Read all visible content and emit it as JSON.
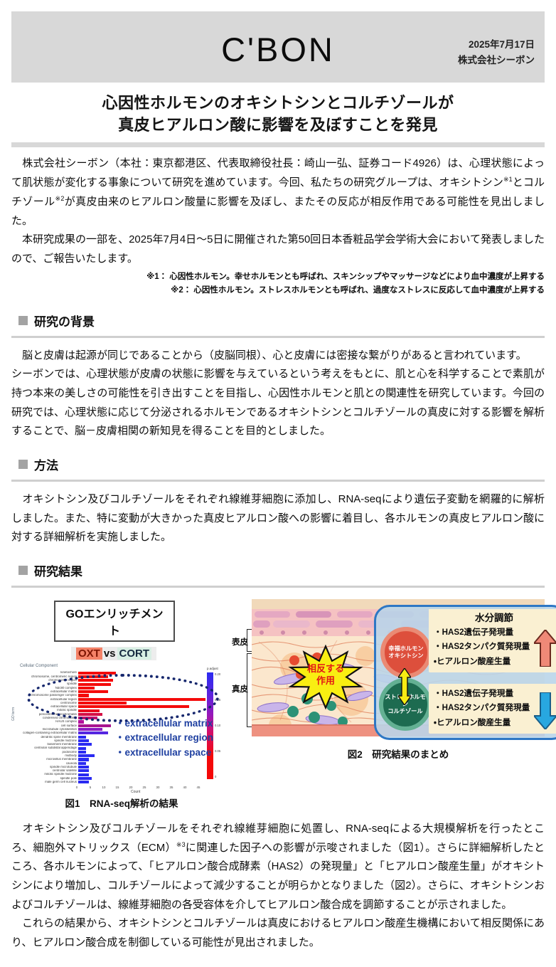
{
  "header": {
    "logo": "C'BON",
    "date": "2025年7月17日",
    "company": "株式会社シーボン"
  },
  "title": {
    "line1": "心因性ホルモンのオキシトシンとコルチゾールが",
    "line2": "真皮ヒアルロン酸に影響を及ぼすことを発見"
  },
  "intro": {
    "p1_part1": "　株式会社シーボン（本社：東京都港区、代表取締役社長：崎山一弘、証券コード4926）は、心理状態によって肌状態が変化する事象について研究を進めています。今回、私たちの研究グループは、オキシトシン",
    "p1_sup1": "※1",
    "p1_part2": "とコルチゾール",
    "p1_sup2": "※2",
    "p1_part3": "が真皮由来のヒアルロン酸量に影響を及ぼし、またその反応が相反作用である可能性を見出しました。",
    "p2": "　本研究成果の一部を、2025年7月4日～5日に開催された第50回日本香粧品学会学術大会において発表しましたので、ご報告いたします。",
    "note1": "※1： 心因性ホルモン。幸せホルモンとも呼ばれ、スキンシップやマッサージなどにより血中濃度が上昇する",
    "note2": "※2： 心因性ホルモン。ストレスホルモンとも呼ばれ、過度なストレスに反応して血中濃度が上昇する"
  },
  "sections": {
    "background": {
      "heading": "研究の背景",
      "body": "　脳と皮膚は起源が同じであることから（皮脳同根）、心と皮膚には密接な繋がりがあると言われています。\nシーボンでは、心理状態が皮膚の状態に影響を与えているという考えをもとに、肌と心を科学することで素肌が持つ本来の美しさの可能性を引き出すことを目指し、心因性ホルモンと肌との関連性を研究しています。今回の研究では、心理状態に応じて分泌されるホルモンであるオキシトシンとコルチゾールの真皮に対する影響を解析することで、脳－皮膚相関の新知見を得ることを目的としました。"
    },
    "method": {
      "heading": "方法",
      "body": "　オキシトシン及びコルチゾールをそれぞれ線維芽細胞に添加し、RNA-seqにより遺伝子変動を網羅的に解析しました。また、特に変動が大きかった真皮ヒアルロン酸への影響に着目し、各ホルモンの真皮ヒアルロン酸に対する詳細解析を実施しました。"
    },
    "results": {
      "heading": "研究結果"
    }
  },
  "figure1": {
    "box_title": "GOエンリッチメント",
    "chip_left": "OXT",
    "chip_mid": "vs",
    "chip_right": "CORT",
    "caption": "図1　RNA-seq解析の結果",
    "highlights": [
      "・extracellular matrix",
      "・extracellular region",
      "・extracellular space"
    ]
  },
  "chart_data": {
    "type": "bar",
    "orientation": "horizontal",
    "title": "Cellular Component",
    "xlabel": "Count",
    "ylabel": "GO term",
    "xlim": [
      0,
      47
    ],
    "x_ticks": [
      "0",
      "5",
      "10",
      "15",
      "20",
      "25",
      "30",
      "35",
      "40",
      "45"
    ],
    "colorbar": {
      "label": "p.adjust",
      "ticks": [
        "0.20",
        "0.15",
        "0.10",
        "0.05",
        "0"
      ],
      "top_color": "#2b2bf0",
      "bottom_color": "#f40808"
    },
    "annotation_ellipse": "dotted navy ellipse highlighting extracellular terms",
    "series": [
      {
        "term": "kinetochore",
        "count": 14,
        "color": "#f40b0b"
      },
      {
        "term": "chromosome, centromeric region",
        "count": 11,
        "color": "#f40b0b"
      },
      {
        "term": "chromosomal region",
        "count": 13,
        "color": "#f40b0b"
      },
      {
        "term": "spindle",
        "count": 12,
        "color": "#f40b0b"
      },
      {
        "term": "Ndc80 complex",
        "count": 6,
        "color": "#f40b0b"
      },
      {
        "term": "extracellular matrix",
        "count": 11,
        "color": "#f40b0b"
      },
      {
        "term": "chromosome passenger complex",
        "count": 4,
        "color": "#f40b0b"
      },
      {
        "term": "extracellular region",
        "count": 47,
        "color": "#f40b0b"
      },
      {
        "term": "centrosome",
        "count": 18,
        "color": "#f40b0b"
      },
      {
        "term": "extracellular space",
        "count": 41,
        "color": "#f40b0b"
      },
      {
        "term": "mitotic spindle",
        "count": 8,
        "color": "#e80d20"
      },
      {
        "term": "pericentric heterochromatin",
        "count": 9,
        "color": "#d50f45"
      },
      {
        "term": "condensed chromosome",
        "count": 7,
        "color": "#c21270"
      },
      {
        "term": "HAUS complex",
        "count": 2,
        "color": "#b3109b"
      },
      {
        "term": "cell surface",
        "count": 12,
        "color": "#a8148f"
      },
      {
        "term": "microtubule cytoskeleton",
        "count": 9,
        "color": "#8c1bc2"
      },
      {
        "term": "collagen-containing extracellular matrix",
        "count": 11,
        "color": "#5526e0"
      },
      {
        "term": "dendritic spine membrane",
        "count": 3,
        "color": "#2a2af2"
      },
      {
        "term": "spindle midzone",
        "count": 4,
        "color": "#2a2af2"
      },
      {
        "term": "basement membrane",
        "count": 5,
        "color": "#2a2af2"
      },
      {
        "term": "centriolar subdistal appendage",
        "count": 3,
        "color": "#2a2af2"
      },
      {
        "term": "podosome",
        "count": 3,
        "color": "#2a2af2"
      },
      {
        "term": "midbody",
        "count": 6,
        "color": "#2a2af2"
      },
      {
        "term": "microvillus membrane",
        "count": 4,
        "color": "#2a2af2"
      },
      {
        "term": "caveola",
        "count": 3,
        "color": "#2a2af2"
      },
      {
        "term": "spindle microtubule",
        "count": 4,
        "color": "#2a2af2"
      },
      {
        "term": "centriolar satellite",
        "count": 4,
        "color": "#2a2af2"
      },
      {
        "term": "mitotic spindle midzone",
        "count": 4,
        "color": "#2a2af2"
      },
      {
        "term": "spindle pole",
        "count": 5,
        "color": "#2a2af2"
      },
      {
        "term": "male germ cell nucleus",
        "count": 4,
        "color": "#2a2af2"
      }
    ]
  },
  "figure2": {
    "caption": "図2　研究結果のまとめ",
    "epidermis_label": "表皮",
    "dermis_label": "真皮",
    "panel_title": "水分調節",
    "oxt_line1": "幸福ホルモン",
    "oxt_line2": "オキシトシン",
    "cort_line1": "ストレスホルモン",
    "cort_line2": "コルチゾール",
    "star_line1": "相反する",
    "star_line2": "作用",
    "up_items": [
      "・HAS2遺伝子発現量",
      "・HAS2タンパク質発現量",
      "・ヒアルロン酸産生量"
    ],
    "down_items": [
      "・HAS2遺伝子発現量",
      "・HAS2タンパク質発現量",
      "・ヒアルロン酸産生量"
    ],
    "colors": {
      "panel_border": "#2e77c4",
      "panel_fill": "#bad5e9",
      "oxt_circle": "#dd4f3c",
      "cort_circle": "#1d6b50",
      "up_arrow": "#ef8977",
      "down_arrow": "#28a7e0",
      "starburst": "#f9ee12"
    }
  },
  "discussion": {
    "p1_part1": "　オキシトシン及びコルチゾールをそれぞれ線維芽細胞に処置し、RNA-seqによる大規模解析を行ったところ、細胞外マトリックス（ECM）",
    "p1_sup": "※3",
    "p1_part2": "に関連した因子への影響が示唆されました（図1）。さらに詳細解析したところ、各ホルモンによって、「ヒアルロン酸合成酵素（HAS2）の発現量」と「ヒアルロン酸産生量」がオキシトシンにより増加し、コルチゾールによって減少することが明らかとなりました（図2）。さらに、オキシトシンおよびコルチゾールは、線維芽細胞の各受容体を介してヒアルロン酸合成を調節することが示されました。",
    "p2": "　これらの結果から、オキシトシンとコルチゾールは真皮におけるヒアルロン酸産生機構において相反関係にあり、ヒアルロン酸合成を制御している可能性が見出されました。"
  }
}
